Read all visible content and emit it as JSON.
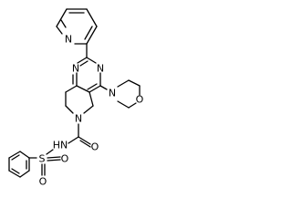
{
  "atoms": {
    "pyridine_n": "N",
    "pyrimidine_n_left": "N",
    "pyrimidine_n_right": "N",
    "morpholine_n": "N",
    "morpholine_o": "O",
    "piperidine_n": "N",
    "carbonyl_o": "O",
    "amide_nh": "HN",
    "sulfonyl_s": "S",
    "sulfonyl_o_right": "O",
    "sulfonyl_o_bottom": "O"
  }
}
